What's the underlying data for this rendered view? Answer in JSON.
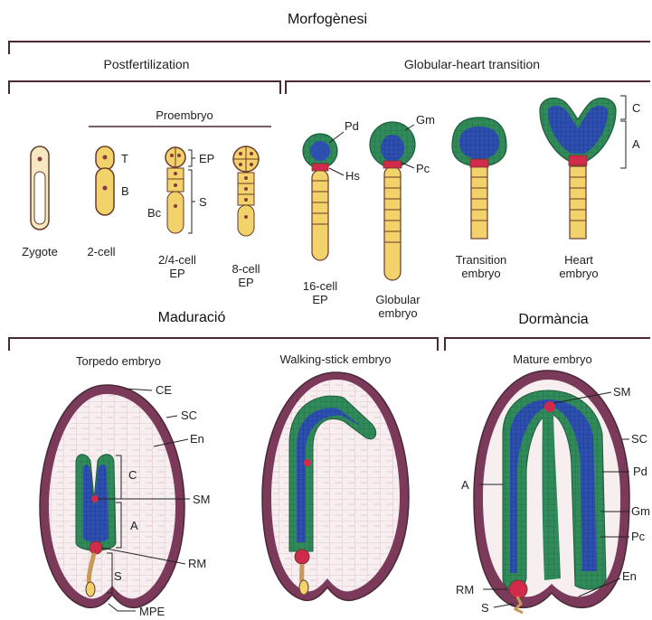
{
  "headings": {
    "top": "Morfogènesi",
    "mid_left": "Maduració",
    "mid_right": "Dormància"
  },
  "sections": {
    "postfertilization": "Postfertilization",
    "globular_heart": "Globular-heart transition",
    "proembryo": "Proembryo",
    "torpedo": "Torpedo embryo",
    "walking_stick": "Walking-stick embryo",
    "mature": "Mature embryo"
  },
  "stages": {
    "zygote": "Zygote",
    "two_cell": "2-cell",
    "two_four_cell_1": "2/4-cell",
    "two_four_cell_2": "EP",
    "eight_cell_1": "8-cell",
    "eight_cell_2": "EP",
    "sixteen_cell_1": "16-cell",
    "sixteen_cell_2": "EP",
    "globular_1": "Globular",
    "globular_2": "embryo",
    "transition_1": "Transition",
    "transition_2": "embryo",
    "heart_1": "Heart",
    "heart_2": "embryo"
  },
  "labels": {
    "T": "T",
    "B": "B",
    "EP": "EP",
    "S": "S",
    "Bc": "Bc",
    "Pd": "Pd",
    "Hs": "Hs",
    "Gm": "Gm",
    "Pc": "Pc",
    "C": "C",
    "A": "A",
    "CE": "CE",
    "SC": "SC",
    "En": "En",
    "SM": "SM",
    "RM": "RM",
    "MPE": "MPE",
    "C2": "C",
    "A2": "A",
    "S2": "S",
    "SM3": "SM",
    "SC3": "SC",
    "Pd3": "Pd",
    "A3": "A",
    "Gm3": "Gm",
    "Pc3": "Pc",
    "RM3": "RM",
    "En3": "En",
    "S3": "S"
  },
  "colors": {
    "yellow": "#f2d36b",
    "green": "#2f8c5a",
    "blue": "#2d4fb0",
    "red": "#d22a4a",
    "seed_coat": "#7b3a5a",
    "endosperm": "#f7eef0"
  }
}
